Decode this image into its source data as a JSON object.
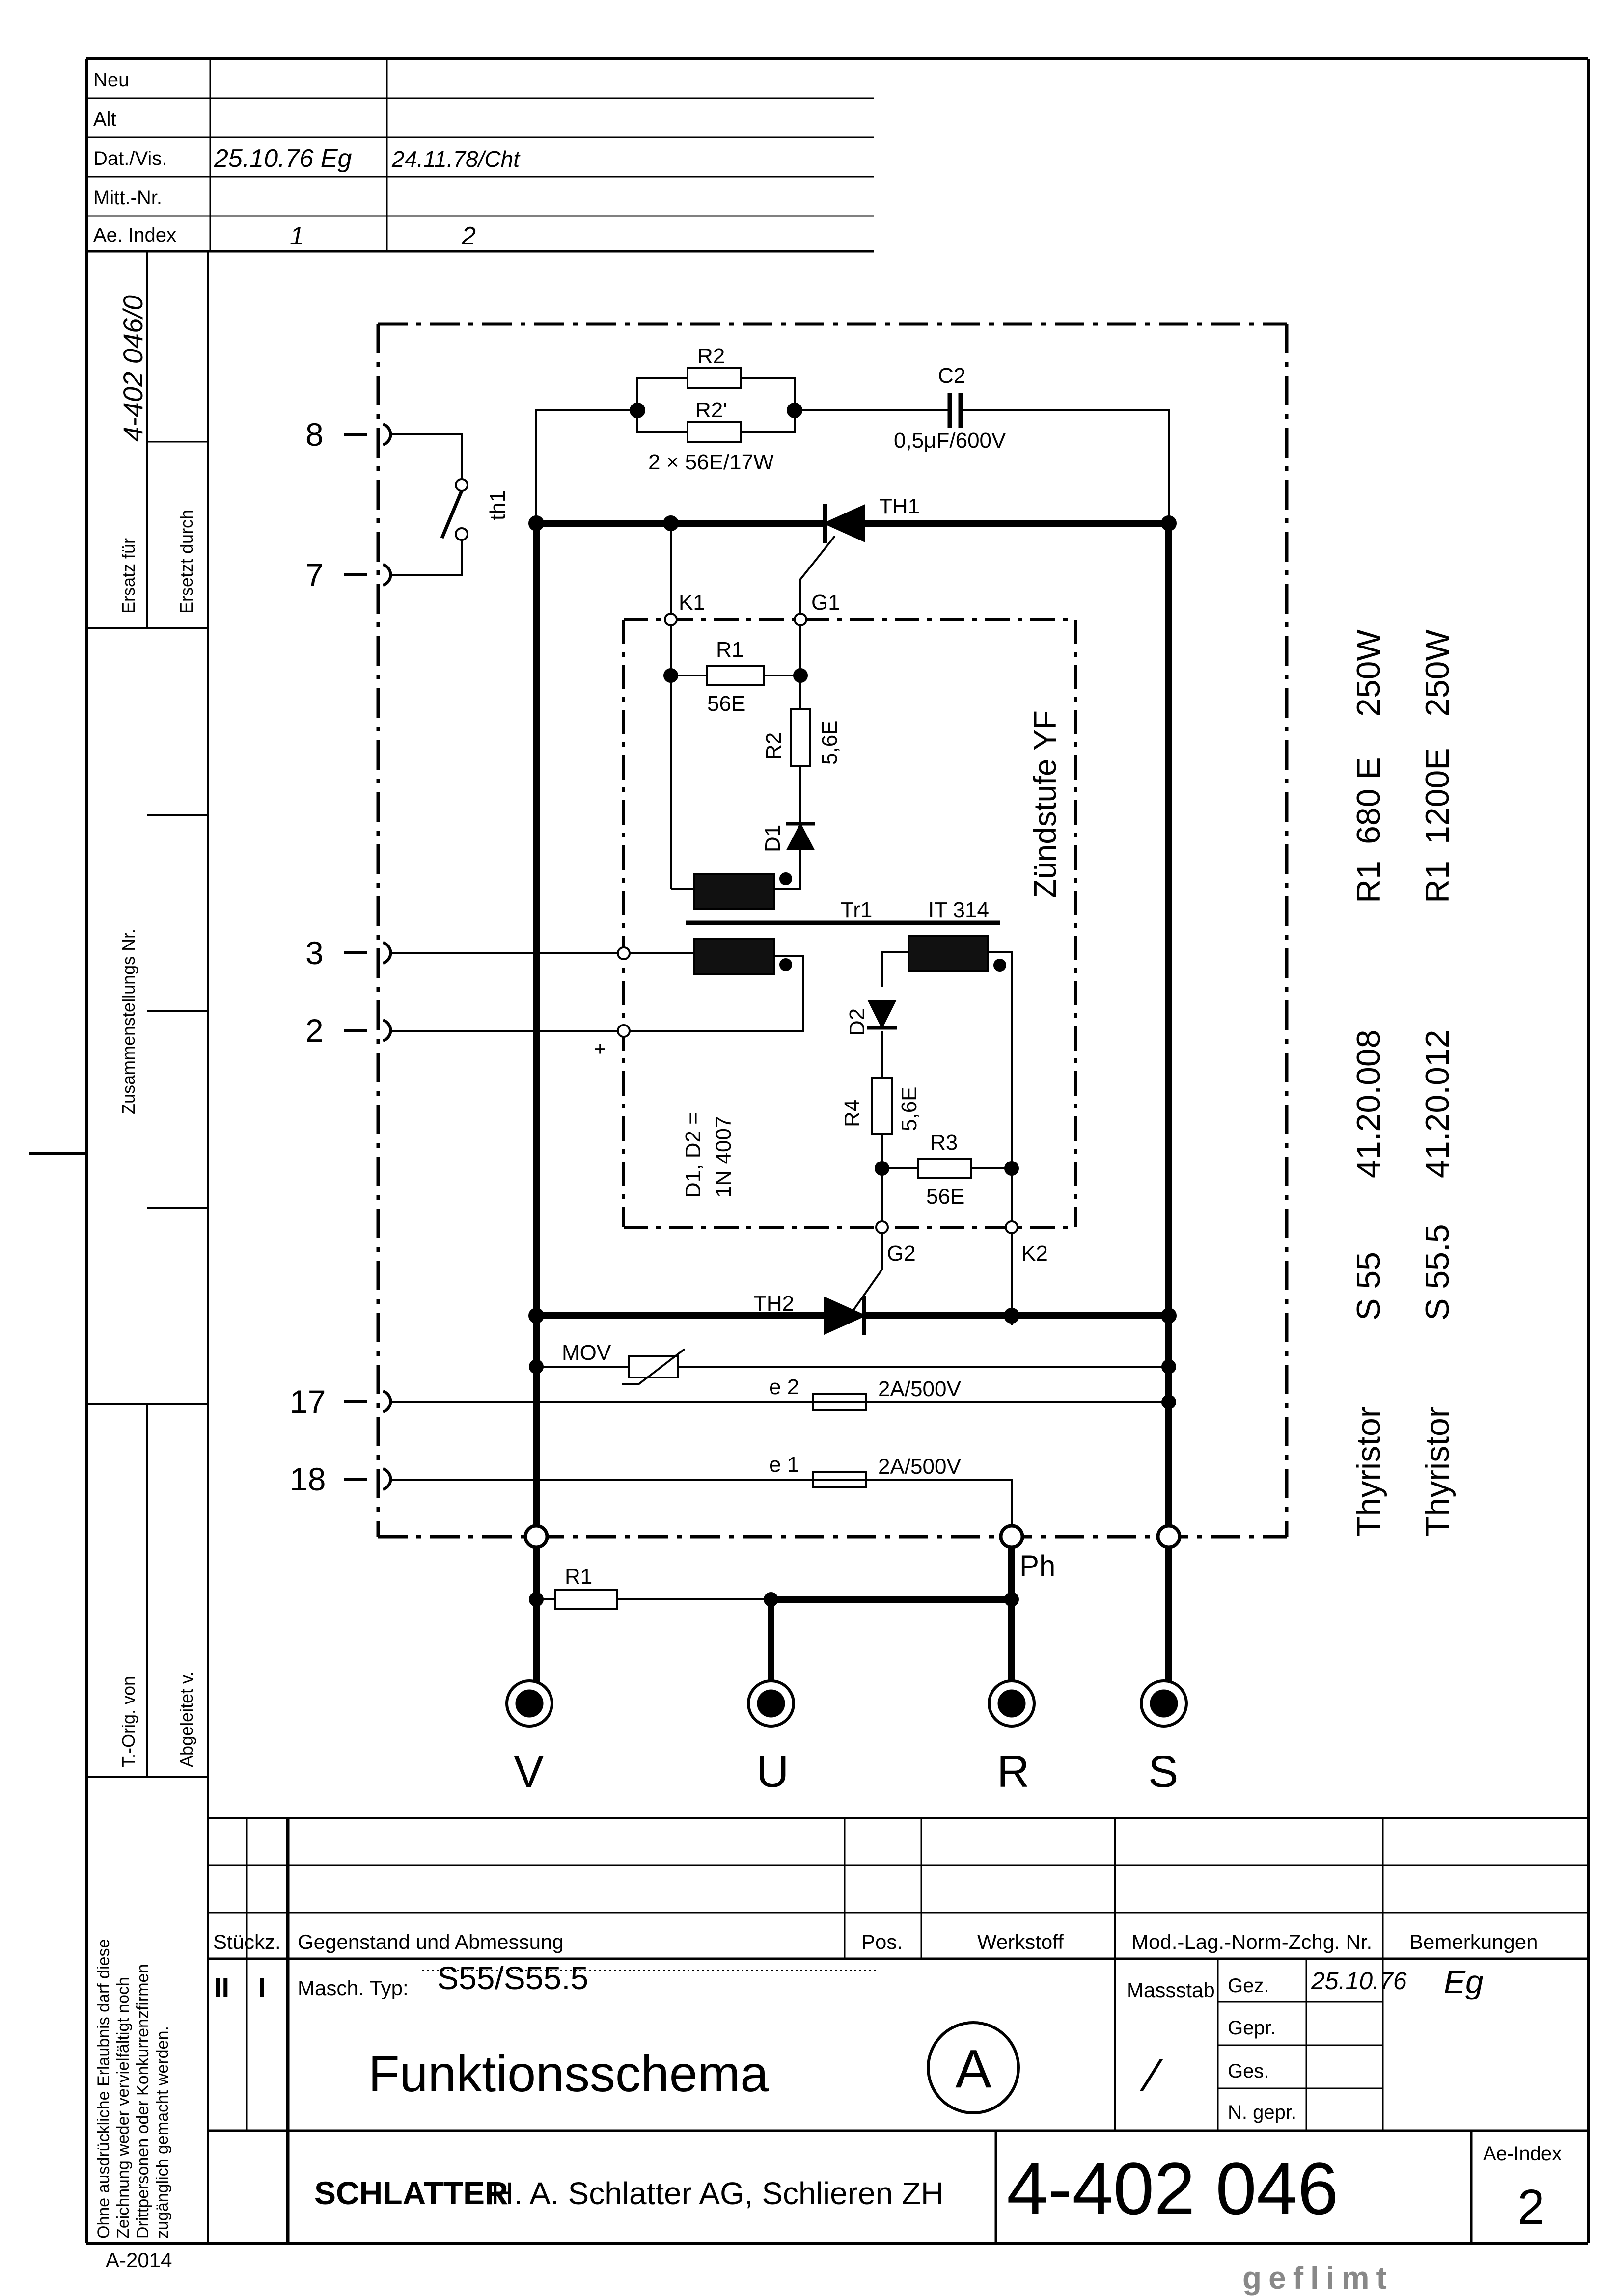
{
  "revision_block": {
    "rows": [
      "Neu",
      "Alt",
      "Dat./Vis.",
      "Mitt.-Nr.",
      "Ae. Index"
    ],
    "dates": [
      "25.10.76 Eg",
      "24.11.78/Cht"
    ],
    "indexes": [
      "1",
      "2"
    ]
  },
  "side_panel": {
    "ersatz_fuer": "Ersatz für",
    "ersetzt_durch": "Ersetzt durch",
    "ersatz_value": "4-402 046/0",
    "zusammenstellung": "Zusammenstellungs Nr.",
    "t_orig": "T.-Orig. von",
    "abgeleitet": "Abgeleitet v.",
    "copyright_line1": "Ohne ausdrückliche Erlaubnis darf diese",
    "copyright_line2": "Zeichnung weder vervielfältigt noch",
    "copyright_line3": "Drittpersonen oder Konkurrenzfirmen",
    "copyright_line4": "zugänglich gemacht werden."
  },
  "schematic": {
    "terminals": [
      "8",
      "7",
      "3",
      "2",
      "17",
      "18"
    ],
    "main_terminals": [
      "V",
      "U",
      "R",
      "S"
    ],
    "labels": {
      "r2": "R2",
      "r2p": "R2'",
      "r2_value": "2 × 56E/17W",
      "c2": "C2",
      "c2_value": "0,5μF/600V",
      "th1": "TH1",
      "th1_switch": "th1",
      "k1": "K1",
      "g1": "G1",
      "r1": "R1",
      "r1_value": "56E",
      "r2b": "R2",
      "r2b_value": "5,6E",
      "d1": "D1",
      "zuendstufe": "Zündstufe YF",
      "tr1": "Tr1",
      "it314": "IT 314",
      "d2": "D2",
      "r4": "R4",
      "r4_value": "5,6E",
      "r3": "R3",
      "r3_value": "56E",
      "g2": "G2",
      "k2": "K2",
      "diodes_line1": "D1, D2 =",
      "diodes_line2": "1N 4007",
      "plus": "+",
      "th2": "TH2",
      "mov": "MOV",
      "e2": "e 2",
      "e2_value": "2A/500V",
      "e1": "e 1",
      "e1_value": "2A/500V",
      "ph": "Ph",
      "r1_main": "R1"
    },
    "variants": [
      {
        "thyristor": "Thyristor",
        "type": "S 55",
        "number": "41.20.008",
        "resistor": "R1",
        "value": "680 E",
        "power": "250W"
      },
      {
        "thyristor": "Thyristor",
        "type": "S 55.5",
        "number": "41.20.012",
        "resistor": "R1",
        "value": "1200E",
        "power": "250W"
      }
    ]
  },
  "title_block": {
    "stueckz": "Stückz.",
    "gegenstand": "Gegenstand und Abmessung",
    "pos": "Pos.",
    "werkstoff": "Werkstoff",
    "norm": "Mod.-Lag.-Norm-Zchg. Nr.",
    "bemerkungen": "Bemerkungen",
    "qty1": "II",
    "qty2": "I",
    "masch_typ": "Masch. Typ:",
    "masch_value": "S55/S55.5",
    "title": "Funktionsschema",
    "letter": "A",
    "massstab": "Massstab",
    "massstab_value": "⁄",
    "gez": "Gez.",
    "gez_date": "25.10.76",
    "gez_sign": "Eg",
    "gepr": "Gepr.",
    "ges": "Ges.",
    "n_gepr": "N. gepr.",
    "logo": "SCHLATTER",
    "company": "H. A. Schlatter AG, Schlieren ZH",
    "drawing_number": "4-402 046",
    "ae_index_label": "Ae-Index",
    "ae_index_value": "2",
    "form_number": "A-2014",
    "stamp": "geflimt"
  }
}
